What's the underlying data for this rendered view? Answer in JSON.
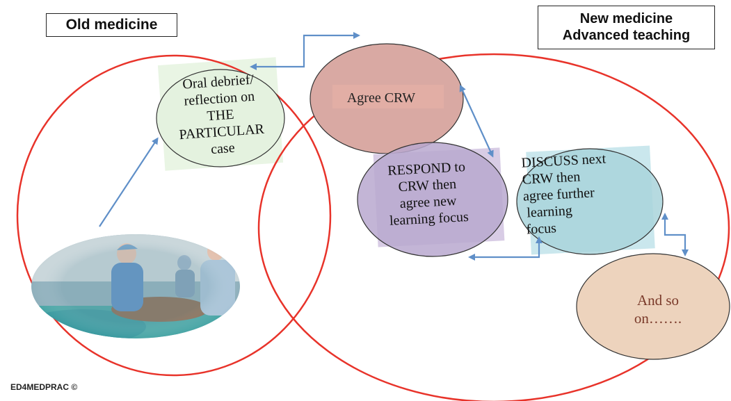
{
  "titles": {
    "old": "Old medicine",
    "new_line1": "New medicine",
    "new_line2": "Advanced teaching"
  },
  "nodes": {
    "oral_debrief": [
      "Oral debrief/",
      "reflection on",
      "THE",
      "PARTICULAR",
      "case"
    ],
    "agree": "Agree CRW",
    "respond": [
      "RESPOND to",
      "CRW then",
      "agree new",
      "learning focus"
    ],
    "discuss": [
      "DISCUSS next",
      "CRW then",
      "agree further",
      "learning",
      "focus"
    ],
    "and_so_on": [
      "And so",
      "on……."
    ]
  },
  "footer": "ED4MEDPRAC ©",
  "colors": {
    "circle_stroke": "#e8332a",
    "arrow": "#5f8fc8",
    "oral_fill": "#e4f2df",
    "agree_fill": "#d9a9a3",
    "respond_fill": "#b9a8cf",
    "discuss_fill": "#a9d3db",
    "andso_fill": "#edd3bd"
  },
  "photo": "operating-room-surgeons-photo"
}
